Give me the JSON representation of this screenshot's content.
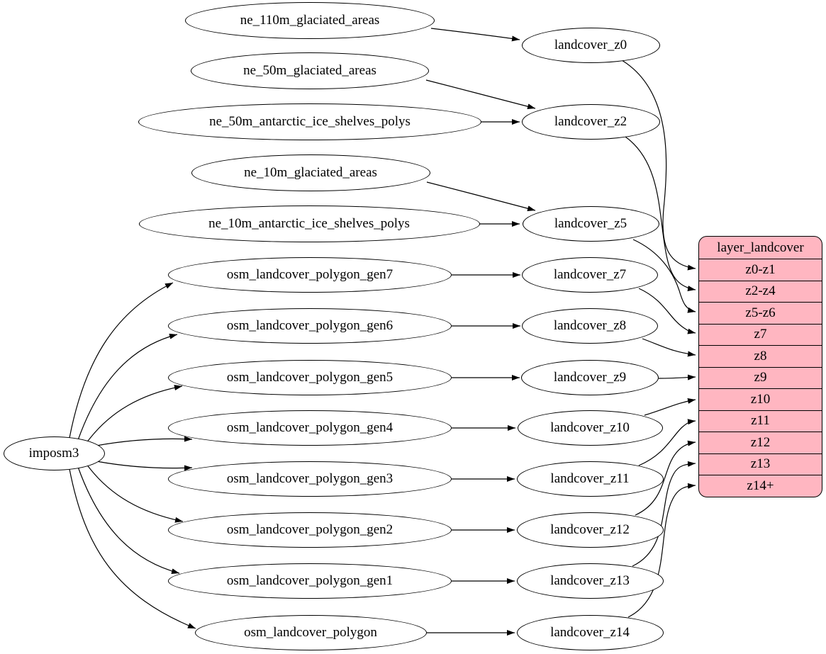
{
  "diagram": {
    "type": "dataflow-graph",
    "colors": {
      "background": "#ffffff",
      "node_fill": "#ffffff",
      "node_stroke": "#000000",
      "edge_color": "#000000",
      "table_fill": "#ffb6c1",
      "table_stroke": "#000000",
      "text_color": "#000000"
    },
    "root": {
      "id": "imposm3",
      "label": "imposm3"
    },
    "sources": [
      {
        "id": "ne_110m_glaciated_areas",
        "label": "ne_110m_glaciated_areas"
      },
      {
        "id": "ne_50m_glaciated_areas",
        "label": "ne_50m_glaciated_areas"
      },
      {
        "id": "ne_50m_antarctic_ice_shelves_polys",
        "label": "ne_50m_antarctic_ice_shelves_polys"
      },
      {
        "id": "ne_10m_glaciated_areas",
        "label": "ne_10m_glaciated_areas"
      },
      {
        "id": "ne_10m_antarctic_ice_shelves_polys",
        "label": "ne_10m_antarctic_ice_shelves_polys"
      },
      {
        "id": "osm_landcover_polygon_gen7",
        "label": "osm_landcover_polygon_gen7"
      },
      {
        "id": "osm_landcover_polygon_gen6",
        "label": "osm_landcover_polygon_gen6"
      },
      {
        "id": "osm_landcover_polygon_gen5",
        "label": "osm_landcover_polygon_gen5"
      },
      {
        "id": "osm_landcover_polygon_gen4",
        "label": "osm_landcover_polygon_gen4"
      },
      {
        "id": "osm_landcover_polygon_gen3",
        "label": "osm_landcover_polygon_gen3"
      },
      {
        "id": "osm_landcover_polygon_gen2",
        "label": "osm_landcover_polygon_gen2"
      },
      {
        "id": "osm_landcover_polygon_gen1",
        "label": "osm_landcover_polygon_gen1"
      },
      {
        "id": "osm_landcover_polygon",
        "label": "osm_landcover_polygon"
      }
    ],
    "stages": [
      {
        "id": "landcover_z0",
        "label": "landcover_z0"
      },
      {
        "id": "landcover_z2",
        "label": "landcover_z2"
      },
      {
        "id": "landcover_z5",
        "label": "landcover_z5"
      },
      {
        "id": "landcover_z7",
        "label": "landcover_z7"
      },
      {
        "id": "landcover_z8",
        "label": "landcover_z8"
      },
      {
        "id": "landcover_z9",
        "label": "landcover_z9"
      },
      {
        "id": "landcover_z10",
        "label": "landcover_z10"
      },
      {
        "id": "landcover_z11",
        "label": "landcover_z11"
      },
      {
        "id": "landcover_z12",
        "label": "landcover_z12"
      },
      {
        "id": "landcover_z13",
        "label": "landcover_z13"
      },
      {
        "id": "landcover_z14",
        "label": "landcover_z14"
      }
    ],
    "table": {
      "id": "layer_landcover",
      "title": "layer_landcover",
      "rows": [
        {
          "id": "z0-z1",
          "label": "z0-z1"
        },
        {
          "id": "z2-z4",
          "label": "z2-z4"
        },
        {
          "id": "z5-z6",
          "label": "z5-z6"
        },
        {
          "id": "z7",
          "label": "z7"
        },
        {
          "id": "z8",
          "label": "z8"
        },
        {
          "id": "z9",
          "label": "z9"
        },
        {
          "id": "z10",
          "label": "z10"
        },
        {
          "id": "z11",
          "label": "z11"
        },
        {
          "id": "z12",
          "label": "z12"
        },
        {
          "id": "z13",
          "label": "z13"
        },
        {
          "id": "z14+",
          "label": "z14+"
        }
      ]
    },
    "edges": [
      {
        "from": "imposm3",
        "to": "osm_landcover_polygon_gen7"
      },
      {
        "from": "imposm3",
        "to": "osm_landcover_polygon_gen6"
      },
      {
        "from": "imposm3",
        "to": "osm_landcover_polygon_gen5"
      },
      {
        "from": "imposm3",
        "to": "osm_landcover_polygon_gen4"
      },
      {
        "from": "imposm3",
        "to": "osm_landcover_polygon_gen3"
      },
      {
        "from": "imposm3",
        "to": "osm_landcover_polygon_gen2"
      },
      {
        "from": "imposm3",
        "to": "osm_landcover_polygon_gen1"
      },
      {
        "from": "imposm3",
        "to": "osm_landcover_polygon"
      },
      {
        "from": "ne_110m_glaciated_areas",
        "to": "landcover_z0"
      },
      {
        "from": "ne_50m_glaciated_areas",
        "to": "landcover_z2"
      },
      {
        "from": "ne_50m_antarctic_ice_shelves_polys",
        "to": "landcover_z2"
      },
      {
        "from": "ne_10m_glaciated_areas",
        "to": "landcover_z5"
      },
      {
        "from": "ne_10m_antarctic_ice_shelves_polys",
        "to": "landcover_z5"
      },
      {
        "from": "osm_landcover_polygon_gen7",
        "to": "landcover_z7"
      },
      {
        "from": "osm_landcover_polygon_gen6",
        "to": "landcover_z8"
      },
      {
        "from": "osm_landcover_polygon_gen5",
        "to": "landcover_z9"
      },
      {
        "from": "osm_landcover_polygon_gen4",
        "to": "landcover_z10"
      },
      {
        "from": "osm_landcover_polygon_gen3",
        "to": "landcover_z11"
      },
      {
        "from": "osm_landcover_polygon_gen2",
        "to": "landcover_z12"
      },
      {
        "from": "osm_landcover_polygon_gen1",
        "to": "landcover_z13"
      },
      {
        "from": "osm_landcover_polygon",
        "to": "landcover_z14"
      },
      {
        "from": "landcover_z0",
        "to": "layer_landcover.z0-z1"
      },
      {
        "from": "landcover_z2",
        "to": "layer_landcover.z2-z4"
      },
      {
        "from": "landcover_z5",
        "to": "layer_landcover.z5-z6"
      },
      {
        "from": "landcover_z7",
        "to": "layer_landcover.z7"
      },
      {
        "from": "landcover_z8",
        "to": "layer_landcover.z8"
      },
      {
        "from": "landcover_z9",
        "to": "layer_landcover.z9"
      },
      {
        "from": "landcover_z10",
        "to": "layer_landcover.z10"
      },
      {
        "from": "landcover_z11",
        "to": "layer_landcover.z11"
      },
      {
        "from": "landcover_z12",
        "to": "layer_landcover.z12"
      },
      {
        "from": "landcover_z13",
        "to": "layer_landcover.z13"
      },
      {
        "from": "landcover_z14",
        "to": "layer_landcover.z14+"
      }
    ]
  }
}
